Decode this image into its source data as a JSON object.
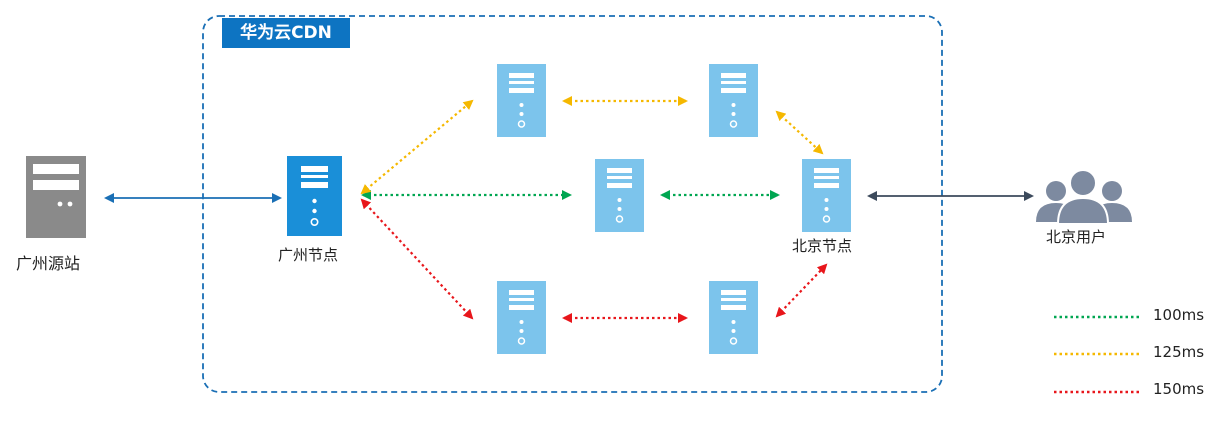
{
  "cdn_title": "华为云CDN",
  "nodes": {
    "guangzhou_origin": {
      "label": "广州源站"
    },
    "guangzhou_node": {
      "label": "广州节点"
    },
    "beijing_node": {
      "label": "北京节点"
    },
    "beijing_users": {
      "label": "北京用户"
    }
  },
  "legend": [
    {
      "label": "100ms",
      "color": "#00a651"
    },
    {
      "label": "125ms",
      "color": "#f5b800"
    },
    {
      "label": "150ms",
      "color": "#e8161b"
    }
  ],
  "colors": {
    "cdn_border": "#1a6fb5",
    "node_primary": "#1a8fd8",
    "node_secondary": "#7cc4ec",
    "origin_server": "#8a8a8a",
    "users": "#7d8aa0",
    "link_blue": "#1a6fb5",
    "link_dark": "#3c4a5c"
  }
}
